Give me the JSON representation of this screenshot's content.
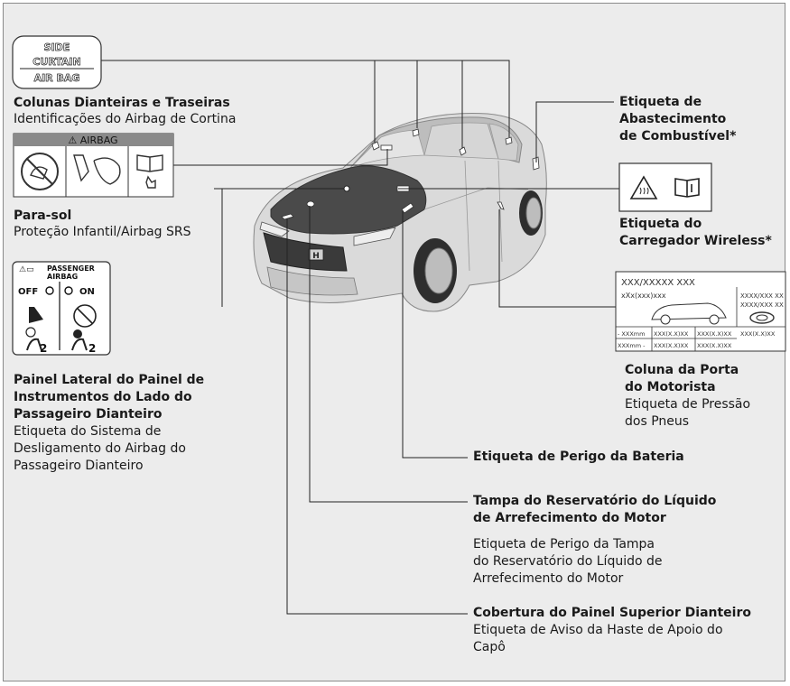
{
  "curtain_sticker": {
    "line1": "SIDE",
    "line2": "CURTAIN",
    "line3": "AIR BAG"
  },
  "pillars": {
    "title": "Colunas Dianteiras e Traseiras",
    "desc": "Identificações do Airbag de Cortina"
  },
  "airbag_label": {
    "header": "⚠ AIRBAG"
  },
  "sunvisor": {
    "title": "Para-sol",
    "desc": "Proteção Infantil/Airbag SRS"
  },
  "passenger_airbag_label": {
    "title_line1": "PASSENGER",
    "title_line2": "AIRBAG",
    "off": "OFF",
    "on": "ON",
    "count": "2"
  },
  "dashboard": {
    "title_lines": [
      "Painel Lateral do Painel de",
      "Instrumentos do Lado do",
      "Passageiro Dianteiro"
    ],
    "desc_lines": [
      "Etiqueta do Sistema de",
      "Desligamento do Airbag do",
      "Passageiro Dianteiro"
    ]
  },
  "fuel": {
    "title_lines": [
      "Etiqueta de",
      "Abastecimento",
      "de Combustível*"
    ]
  },
  "wireless": {
    "title_lines": [
      "Etiqueta do",
      "Carregador Wireless*"
    ]
  },
  "tire_label": {
    "code": "XXX/XXXXX XXX",
    "sub": "xXx(xxx)xxx",
    "right1": "XXXX/XXX XX",
    "right2": "XXXX/XXX XX",
    "row1": [
      "- XXXmm",
      "XXX(X.X)XX",
      "XXX(X.X)XX",
      "XXX(X.X)XX"
    ],
    "row2": [
      "XXXmm -",
      "XXX(X.X)XX",
      "XXX(X.X)XX"
    ]
  },
  "driver_door": {
    "title_lines": [
      "Coluna da Porta",
      "do Motorista"
    ],
    "desc_lines": [
      "Etiqueta de Pressão",
      "dos Pneus"
    ]
  },
  "battery": {
    "title": "Etiqueta de Perigo da Bateria"
  },
  "coolant": {
    "title_lines": [
      "Tampa do Reservatório do Líquido",
      "de Arrefecimento do Motor"
    ],
    "desc_lines": [
      "Etiqueta de Perigo da Tampa",
      "do Reservatório do Líquido de",
      "Arrefecimento do Motor"
    ]
  },
  "front_panel": {
    "title": "Cobertura do Painel Superior Dianteiro",
    "desc_lines": [
      "Etiqueta de Aviso da Haste de Apoio do",
      "Capô"
    ]
  },
  "car_brand": "H",
  "colors": {
    "background": "#ececec",
    "text": "#1a1a1a",
    "car": "#d4d4d4",
    "hood": "#4a4a4a"
  }
}
